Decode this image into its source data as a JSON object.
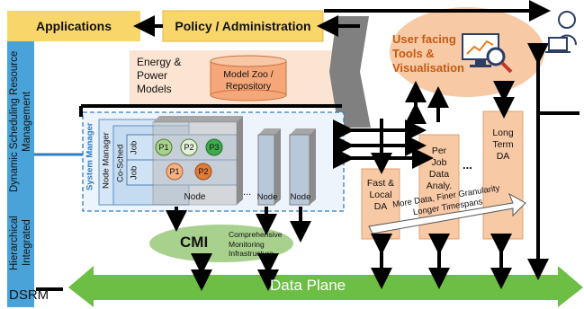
{
  "top": {
    "applications": "Applications",
    "policy": "Policy / Administration"
  },
  "dsrm": {
    "title_line1": "Hierarchical Integrated",
    "title_line2": "Dynamic Scheduling Resource Management",
    "abbrev": "DSRM"
  },
  "energy": {
    "label_line1": "Energy &",
    "label_line2": "Power",
    "label_line3": "Models",
    "model_zoo_line1": "Model Zoo /",
    "model_zoo_line2": "Repository"
  },
  "user_tools": {
    "line1": "User facing",
    "line2": "Tools &",
    "line3": "Visualisation"
  },
  "managers": {
    "system_manager": "System Manager",
    "node_manager": "Node Manager",
    "co_sched": "Co-Sched",
    "job": "Job",
    "node": "Node",
    "ellipsis": "..."
  },
  "processes": {
    "row1": [
      "P1",
      "P2",
      "P3"
    ],
    "row2": [
      "P1",
      "P2"
    ]
  },
  "analysis": {
    "fast_local_line1": "Fast &",
    "fast_local_line2": "Local",
    "fast_local_line3": "DA",
    "per_job_line1": "Per",
    "per_job_line2": "Job",
    "per_job_line3": "Data",
    "per_job_line4": "Analy.",
    "long_term_line1": "Long",
    "long_term_line2": "Term",
    "long_term_line3": "DA",
    "ellipsis": "...",
    "arrow_line1": "More Data, Finer Granularity",
    "arrow_line2": "Longer Timespans"
  },
  "cmi": {
    "abbrev": "CMI",
    "line1": "Comprehensive",
    "line2": "Monitoring",
    "line3": "Infrastructure"
  },
  "data_plane": "Data Plane",
  "colors": {
    "yellow": "#F9D66A",
    "dsrm_blue": "#4AA3D8",
    "light_blue": "#DCEAF7",
    "peach": "#FCE4D2",
    "orange": "#F5B889",
    "green": "#6DBE45",
    "light_green": "#A9D18E",
    "gray": "#7F7F7F"
  },
  "icons": [
    "monitor-chart-icon",
    "magnifier-icon",
    "user-laptop-icon"
  ]
}
